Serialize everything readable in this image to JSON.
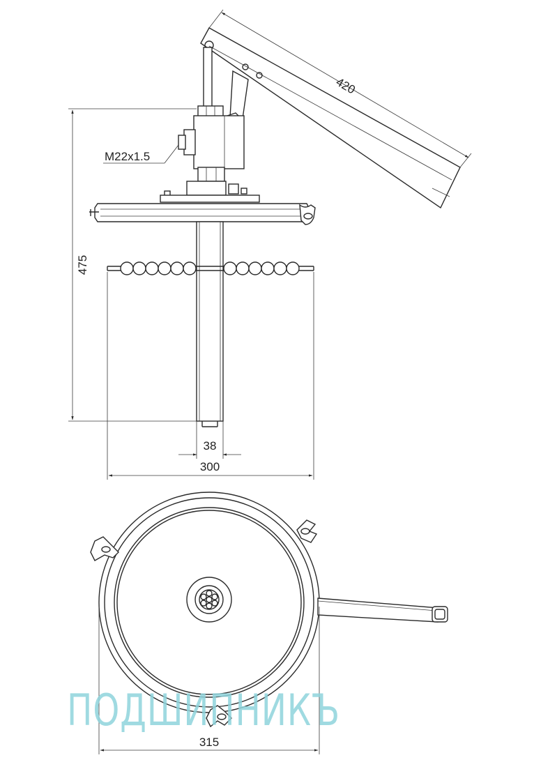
{
  "dimensions": {
    "lever_length": "420",
    "thread": "M22x1.5",
    "height": "475",
    "tube_diameter": "38",
    "plate_diameter": "300",
    "bottom_diameter": "315"
  },
  "watermark": {
    "text": "ПОДШИПНИКЪ",
    "color": "#8fd4dc"
  }
}
